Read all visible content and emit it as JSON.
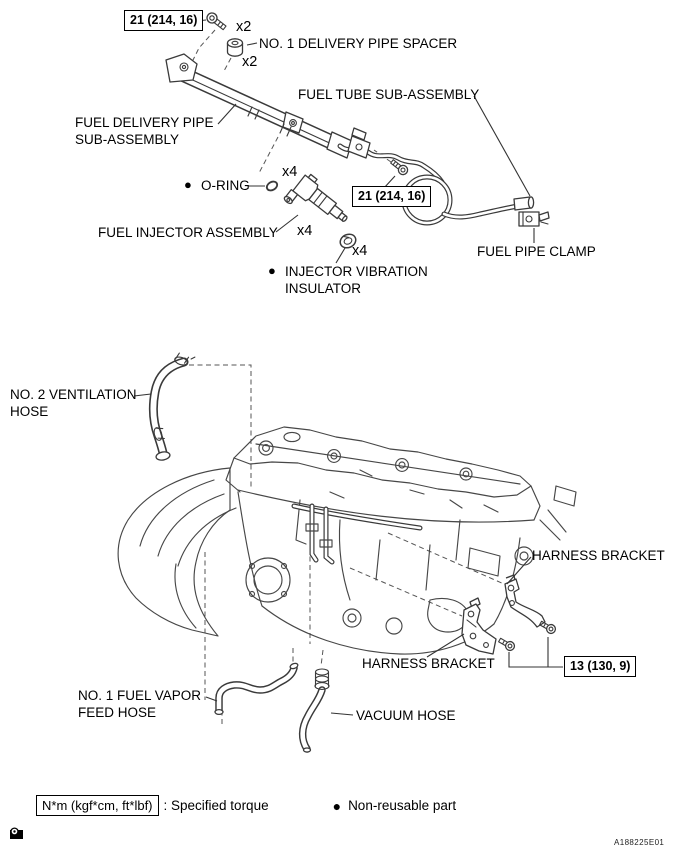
{
  "glyphs": {
    "bullet": "●"
  },
  "upper": {
    "torque_bolt_top": "21 (214, 16)",
    "qty_bolt_top": "x2",
    "spacer_label": "NO. 1 DELIVERY PIPE SPACER",
    "qty_spacer": "x2",
    "delivery_pipe_label": "FUEL DELIVERY PIPE SUB-ASSEMBLY",
    "fuel_tube_label": "FUEL TUBE SUB-ASSEMBLY",
    "oring_label": "O-RING",
    "qty_oring": "x4",
    "torque_bolt_tube": "21 (214, 16)",
    "injector_label": "FUEL INJECTOR ASSEMBLY",
    "qty_injector": "x4",
    "insulator_label": "INJECTOR VIBRATION INSULATOR",
    "qty_insulator": "x4",
    "clamp_label": "FUEL PIPE CLAMP"
  },
  "lower": {
    "vent_hose_label": "NO. 2 VENTILATION HOSE",
    "harness_bracket_upper_label": "HARNESS BRACKET",
    "harness_bracket_lower_label": "HARNESS BRACKET",
    "torque_bracket": "13 (130, 9)",
    "vapor_hose_label": "NO. 1 FUEL VAPOR FEED HOSE",
    "vacuum_hose_label": "VACUUM HOSE"
  },
  "legend": {
    "torque_unit_box": "N*m (kgf*cm, ft*lbf)",
    "torque_desc": ": Specified torque",
    "non_reusable": "Non-reusable part"
  },
  "figure_code": "A188225E01"
}
